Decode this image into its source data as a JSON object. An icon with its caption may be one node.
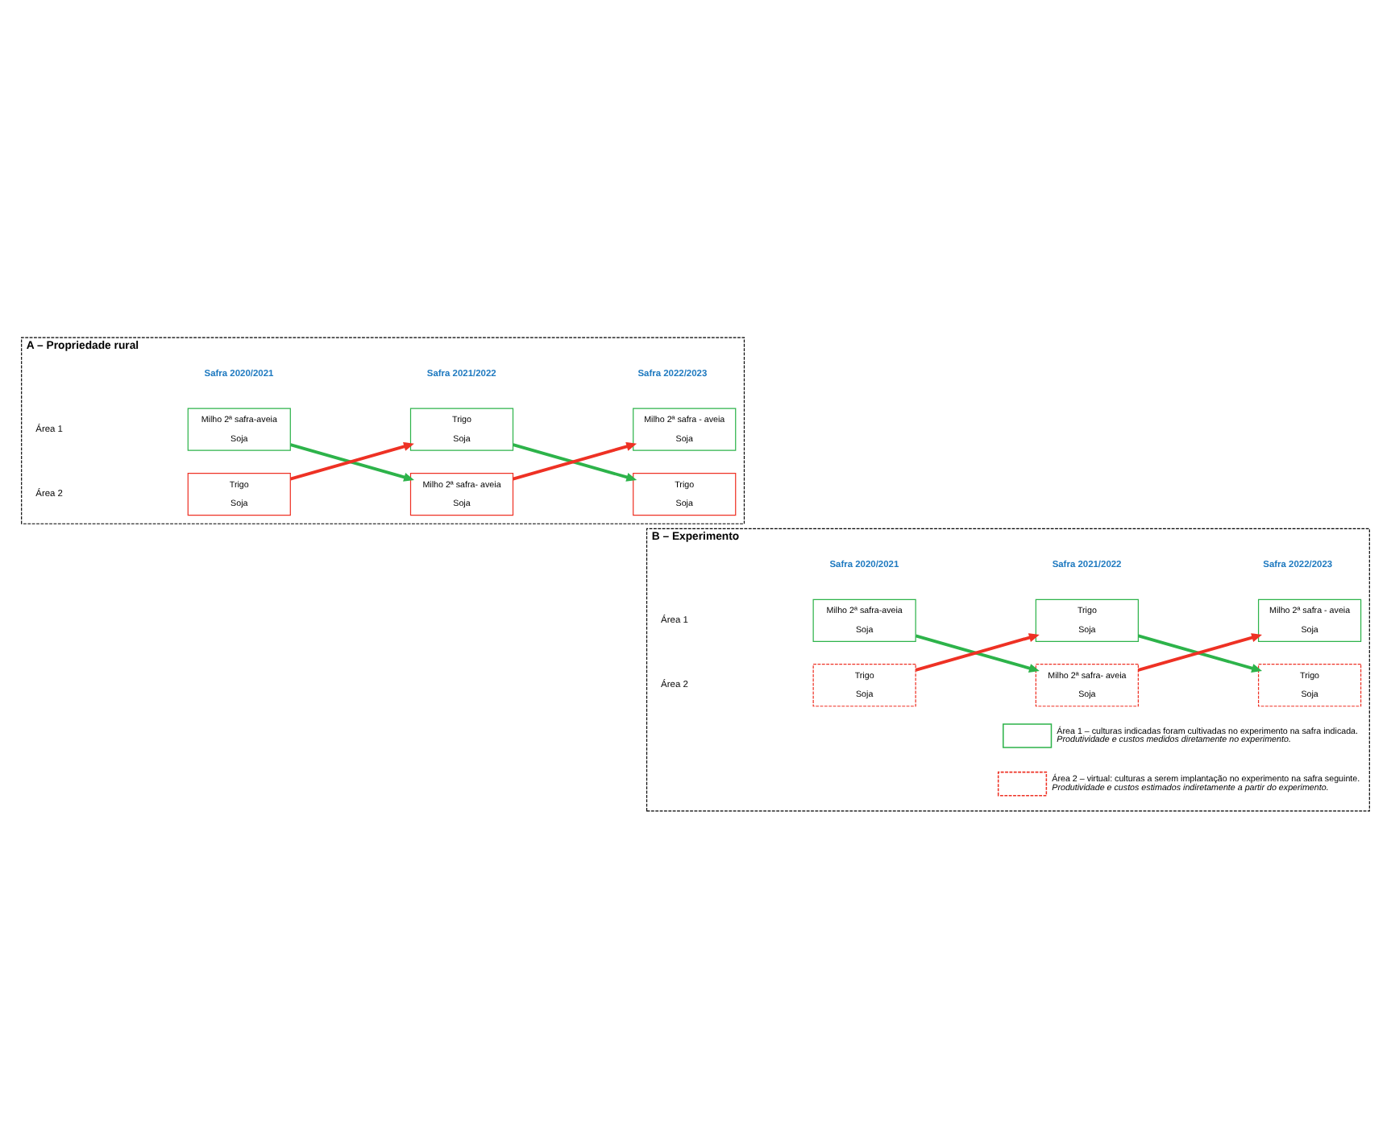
{
  "diagram": {
    "nodes": [
      {
        "text": [
          "A – Propriedade rural"
        ]
      },
      {
        "text": [
          "Milho 2ª safra-aveia",
          "Soja"
        ],
        "in": 0
      },
      {
        "text": [
          "Trigo",
          "Soja"
        ],
        "in": 0
      },
      {
        "text": [
          "Trigo",
          "Soja"
        ],
        "in": 0
      },
      {
        "text": [
          "Milho 2ª safra- aveia",
          "Soja"
        ],
        "in": 0
      },
      {
        "text": [
          "Milho 2ª safra - aveia",
          "Soja"
        ],
        "in": 0
      },
      {
        "text": [
          "Trigo",
          "Soja"
        ],
        "in": 0
      },
      {
        "text": [
          "B – Experimento"
        ]
      },
      {
        "text": [
          "Milho 2ª safra-aveia",
          "Soja"
        ],
        "in": 7
      },
      {
        "text": [
          "Trigo",
          "Soja"
        ],
        "in": 7
      },
      {
        "text": [
          "Trigo",
          "Soja"
        ],
        "in": 7
      },
      {
        "text": [
          "Milho 2ª safra- aveia",
          "Soja"
        ],
        "in": 7
      },
      {
        "text": [
          "Milho 2ª safra - aveia",
          "Soja"
        ],
        "in": 7
      },
      {
        "text": [
          "Trigo",
          "Soja"
        ],
        "in": 7
      }
    ],
    "edges": [
      {
        "from": 1,
        "to": 4,
        "arrow": "to",
        "color": "#2db34a"
      },
      {
        "from": 2,
        "to": 3,
        "arrow": "to",
        "color": "#ee3124"
      },
      {
        "from": 3,
        "to": 6,
        "arrow": "to",
        "color": "#2db34a"
      },
      {
        "from": 4,
        "to": 5,
        "arrow": "to",
        "color": "#ee3124"
      },
      {
        "from": 8,
        "to": 11,
        "arrow": "to",
        "color": "#2db34a"
      },
      {
        "from": 9,
        "to": 10,
        "arrow": "to",
        "color": "#ee3124"
      },
      {
        "from": 10,
        "to": 13,
        "arrow": "to",
        "color": "#2db34a"
      },
      {
        "from": 11,
        "to": 12,
        "arrow": "to",
        "color": "#ee3124"
      }
    ],
    "labels": [
      "Safra 2020/2021",
      "Safra 2021/2022",
      "Safra 2022/2023",
      "Área 1",
      "Área 2",
      "Safra 2020/2021",
      "Safra 2021/2022",
      "Safra 2022/2023",
      "Área 1",
      "Área 2",
      "Produtividade e custos medidos diretamente no experimento.",
      "Produtividade e custos estimados indiretamente a partir do experimento."
    ],
    "legend": [
      {
        "text": "Área 1 – culturas indicadas foram cultivadas no experimento na safra indicada."
      },
      {
        "text": "Área 2 – virtual: culturas a serem implantação no experimento na safra seguinte."
      }
    ]
  }
}
